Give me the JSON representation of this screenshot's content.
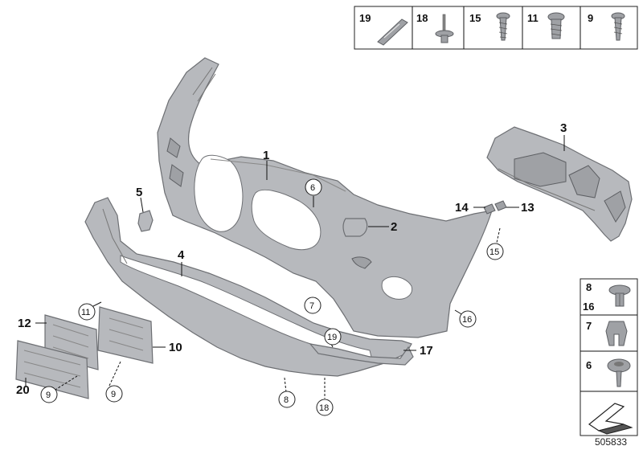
{
  "parts_table": [
    {
      "number": "19",
      "icon": "clip-rail-icon"
    },
    {
      "number": "18",
      "icon": "rivet-icon"
    },
    {
      "number": "15",
      "icon": "screw-icon"
    },
    {
      "number": "11",
      "icon": "bolt-icon"
    },
    {
      "number": "9",
      "icon": "screw-icon"
    }
  ],
  "side_table": [
    {
      "numbers": [
        "8",
        "16"
      ],
      "icon": "expanding-rivet-icon"
    },
    {
      "numbers": [
        "7"
      ],
      "icon": "clip-nut-icon"
    },
    {
      "numbers": [
        "6"
      ],
      "icon": "flange-screw-icon"
    }
  ],
  "callouts": {
    "c1": "1",
    "c2": "2",
    "c3": "3",
    "c4": "4",
    "c5": "5",
    "c6": "6",
    "c7": "7",
    "c8": "8",
    "c9a": "9",
    "c9b": "9",
    "c10": "10",
    "c11": "11",
    "c12": "12",
    "c13": "13",
    "c14": "14",
    "c15": "15",
    "c16": "16",
    "c17": "17",
    "c18": "18",
    "c19": "19",
    "c20": "20"
  },
  "reference_number": "505833",
  "colors": {
    "part": "#b7b9bd",
    "outline": "#6d6f73",
    "line": "#111111"
  }
}
